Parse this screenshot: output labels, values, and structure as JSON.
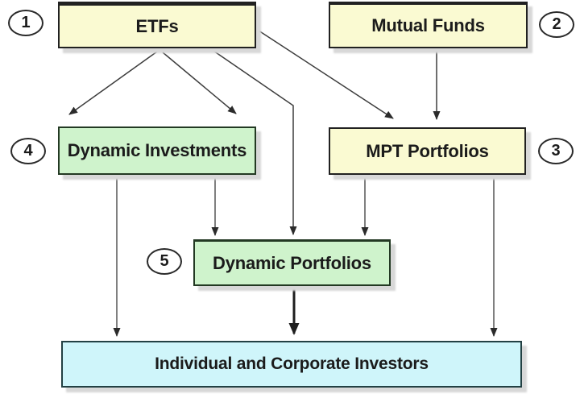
{
  "diagram": {
    "type": "flowchart",
    "nodes": {
      "etfs": {
        "label": "ETFs",
        "badge": "1",
        "fill_key": "yellow-fill"
      },
      "mutual_funds": {
        "label": "Mutual Funds",
        "badge": "2",
        "fill_key": "yellow-fill"
      },
      "mpt_portfolios": {
        "label": "MPT Portfolios",
        "badge": "3",
        "fill_key": "yellow-fill"
      },
      "dynamic_investments": {
        "label": "Dynamic Investments",
        "badge": "4",
        "fill_key": "green-fill"
      },
      "dynamic_portfolios": {
        "label": "Dynamic Portfolios",
        "badge": "5",
        "fill_key": "green-fill"
      },
      "investors": {
        "label": "Individual and Corporate Investors",
        "fill_key": "blue-fill"
      }
    },
    "edges": [
      {
        "from": "ETFs",
        "to": "Dynamic Investments",
        "style": "arrow",
        "drawn": "diagonal-left"
      },
      {
        "from": "ETFs",
        "to": "Dynamic Investments",
        "style": "arrow",
        "drawn": "diagonal-right"
      },
      {
        "from": "ETFs",
        "to": "Dynamic Portfolios",
        "style": "arrow",
        "drawn": "diagonal-then-vertical"
      },
      {
        "from": "ETFs",
        "to": "MPT Portfolios",
        "style": "arrow",
        "drawn": "diagonal"
      },
      {
        "from": "Mutual Funds",
        "to": "MPT Portfolios",
        "style": "arrow",
        "drawn": "vertical"
      },
      {
        "from": "Dynamic Investments",
        "to": "Dynamic Portfolios",
        "style": "arrow",
        "drawn": "vertical"
      },
      {
        "from": "Dynamic Investments",
        "to": "Individual and Corporate Investors",
        "style": "arrow",
        "drawn": "vertical"
      },
      {
        "from": "MPT Portfolios",
        "to": "Dynamic Portfolios",
        "style": "arrow",
        "drawn": "vertical"
      },
      {
        "from": "MPT Portfolios",
        "to": "Individual and Corporate Investors",
        "style": "arrow",
        "drawn": "vertical"
      },
      {
        "from": "Dynamic Portfolios",
        "to": "Individual and Corporate Investors",
        "style": "bold-arrow",
        "drawn": "vertical"
      }
    ]
  },
  "colors": {
    "bg": "#FFFFFF",
    "yellow-fill": "#FAFAD2",
    "green-fill": "#CFF3CC",
    "blue-fill": "#CFF5FA",
    "border-dark": "#212121",
    "green-border": "#233923",
    "blue-border": "#234043",
    "line": "#3D3D3D",
    "arrowhead": "#2B2B2B",
    "text": "#1B1B1B",
    "shadow": "#D8D8D8"
  }
}
